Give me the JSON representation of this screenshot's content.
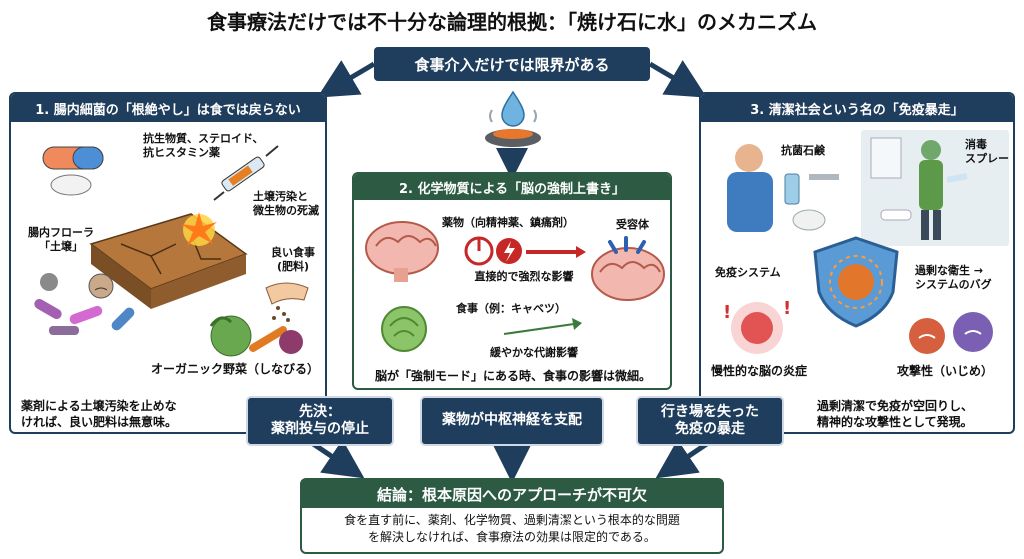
{
  "title": "食事療法だけでは不十分な論理的根拠：「焼け石に水」のメカニズム",
  "top_box": "食事介入だけでは限界がある",
  "panel1": {
    "heading": "1. 腸内細菌の「根絶やし」は食では戻らない",
    "drugs_label": [
      "抗生物質、ステロイド、",
      "抗ヒスタミン薬"
    ],
    "soil_label": [
      "土壌汚染と",
      "微生物の死滅"
    ],
    "flora_label": [
      "腸内フローラ",
      "「土壌」"
    ],
    "food_label": [
      "良い食事",
      "(肥料)"
    ],
    "veg_label": "オーガニック野菜（しなびる）",
    "caption": [
      "薬剤による土壌汚染を止めな",
      "ければ、良い肥料は無意味。"
    ]
  },
  "panel2": {
    "heading": "2. 化学物質による「脳の強制上書き」",
    "drug_label": "薬物（向精神薬、鎮痛剤）",
    "receptor_label": "受容体",
    "direct_label": "直接的で強烈な影響",
    "food_label": "食事（例：キャベツ）",
    "slow_label": "緩やかな代謝影響",
    "caption": "脳が「強制モード」にある時、食事の影響は微細。"
  },
  "panel3": {
    "heading": "3. 清潔社会という名の「免疫暴走」",
    "soap_label": "抗菌石鹸",
    "spray_label": [
      "消毒",
      "スプレー"
    ],
    "immune_label": "免疫システム",
    "hygiene_label": [
      "過剰な衛生 →",
      "システムのバグ"
    ],
    "inflam_label": "慢性的な脳の炎症",
    "attack_label": "攻撃性（いじめ）",
    "caption": [
      "過剰清潔で免疫が空回りし、",
      "精神的な攻撃性として発現。"
    ]
  },
  "mid": {
    "left": [
      "先決：",
      "薬剤投与の停止"
    ],
    "center": "薬物が中枢神経を支配",
    "right": [
      "行き場を失った",
      "免疫の暴走"
    ]
  },
  "conclusion": {
    "heading": "結論：根本原因へのアプローチが不可欠",
    "body": [
      "食を直す前に、薬剤、化学物質、過剰清潔という根本的な問題",
      "を解決しなければ、食事療法の効果は限定的である。"
    ]
  },
  "colors": {
    "navy": "#1f3d5c",
    "green": "#2c5a43",
    "red": "#c62828"
  }
}
